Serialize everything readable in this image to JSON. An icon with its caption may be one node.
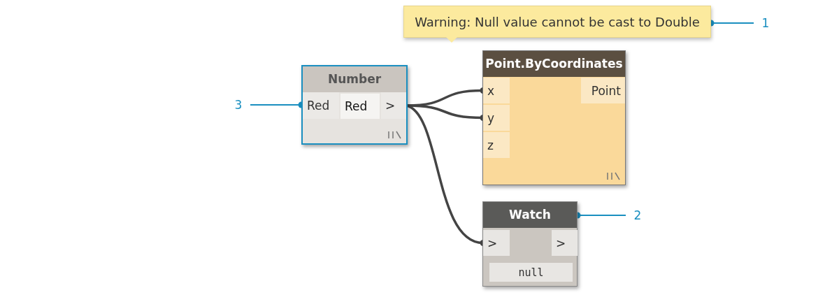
{
  "diagram": {
    "nodes": [
      {
        "text": [
          "Number"
        ]
      },
      {
        "text": [
          "Red"
        ],
        "in": 0
      },
      {
        "text": [
          "Red"
        ],
        "in": 0
      },
      {
        "text": [
          ">"
        ],
        "in": 0
      },
      {
        "text": [
          "Warning: Null value cannot be cast to Double"
        ]
      },
      {
        "text": [
          "Point.ByCoordinates"
        ]
      },
      {
        "text": [
          "x"
        ],
        "in": 5
      },
      {
        "text": [
          "y"
        ],
        "in": 5
      },
      {
        "text": [
          "z"
        ],
        "in": 5
      },
      {
        "text": [
          "Point"
        ],
        "in": 5
      },
      {
        "text": [
          "Watch"
        ]
      },
      {
        "text": [
          ">"
        ],
        "in": 10
      },
      {
        "text": [
          ">"
        ],
        "in": 10
      },
      {
        "text": [
          "null"
        ],
        "in": 10
      },
      {
        "text": [
          "1"
        ]
      },
      {
        "text": [
          "2"
        ]
      },
      {
        "text": [
          "3"
        ]
      }
    ],
    "edges": [
      {
        "from": 3,
        "to": 6,
        "arrow": "other"
      },
      {
        "from": 3,
        "to": 7,
        "arrow": "other"
      },
      {
        "from": 3,
        "to": 11,
        "arrow": "other"
      },
      {
        "from": 14,
        "to": 4,
        "arrow": "other",
        "color": "#1a8fc0"
      },
      {
        "from": 15,
        "to": 10,
        "arrow": "other",
        "color": "#1a8fc0"
      },
      {
        "from": 16,
        "to": 0,
        "arrow": "other",
        "color": "#1a8fc0"
      }
    ]
  }
}
